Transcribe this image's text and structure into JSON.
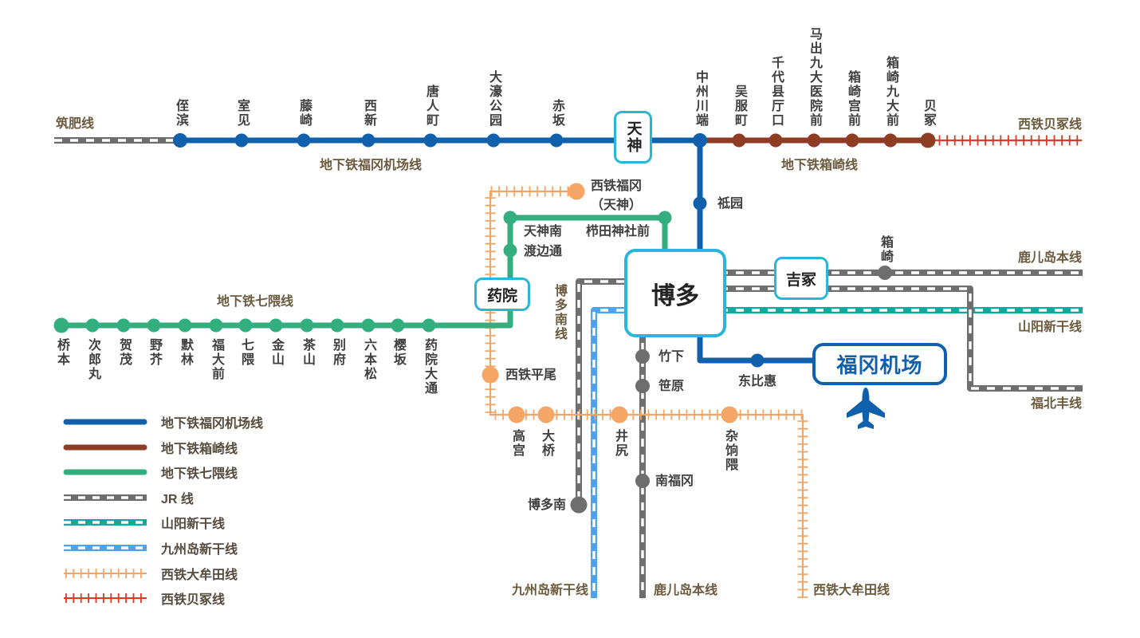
{
  "map": {
    "boxes": {
      "tenjin": "天神",
      "hakata": "博多",
      "yakuin": "药院",
      "yoshizuka": "吉冢",
      "airport": "福冈机场"
    },
    "line_labels": {
      "chikuhi": "筑肥线",
      "airport_line": "地下铁福冈机场线",
      "hakozaki_line": "地下铁箱崎线",
      "kaizuka_line": "西铁贝冢线",
      "nanakuma_line": "地下铁七隈线",
      "kagoshima_east": "鹿儿岛本线",
      "sanyo": "山阳新干线",
      "fukuhoku": "福北丰线",
      "hakata_minami": "博多南线",
      "kyushu_shinkansen": "九州岛新干线",
      "kagoshima_south": "鹿儿岛本线",
      "omuta": "西铁大牟田线"
    },
    "stations": {
      "airport": [
        "侄滨",
        "室见",
        "藤崎",
        "西新",
        "唐人町",
        "大濠公园",
        "赤坂",
        "中州川端",
        "祗园",
        "东比惠"
      ],
      "hakozaki": [
        "吴服町",
        "千代县厅口",
        "马出九大医院前",
        "箱崎宫前",
        "箱崎九大前",
        "贝冢"
      ],
      "nanakuma": [
        "桥本",
        "次郎丸",
        "贺茂",
        "野芥",
        "默林",
        "福大前",
        "七隈",
        "金山",
        "茶山",
        "别府",
        "六本松",
        "樱坂",
        "药院大通",
        "渡边通",
        "天神南",
        "栉田神社前"
      ],
      "nishitetsu": [
        "西铁福冈",
        "（天神）",
        "西铁平尾",
        "高宫",
        "大桥",
        "井尻",
        "杂饷隈"
      ],
      "jr": [
        "箱崎",
        "竹下",
        "笹原",
        "南福冈",
        "博多南"
      ]
    },
    "legend": {
      "items": [
        {
          "label": "地下铁福冈机场线",
          "style": "solid",
          "color": "#1060ac"
        },
        {
          "label": "地下铁箱崎线",
          "style": "solid",
          "color": "#8e3c24"
        },
        {
          "label": "地下铁七隈线",
          "style": "solid",
          "color": "#33ae7f"
        },
        {
          "label": "JR 线",
          "style": "dashed",
          "color": "#6e6e6e"
        },
        {
          "label": "山阳新干线",
          "style": "dashed",
          "color": "#10a9a2"
        },
        {
          "label": "九州岛新干线",
          "style": "dashed",
          "color": "#4da3ef"
        },
        {
          "label": "西铁大牟田线",
          "style": "ticked",
          "color": "#f5a565"
        },
        {
          "label": "西铁贝冢线",
          "style": "ticked",
          "color": "#d93a2a"
        }
      ]
    },
    "colors": {
      "airport_line": "#1060ac",
      "hakozaki_line": "#8e3c24",
      "nanakuma_line": "#33ae7f",
      "jr_line": "#6e6e6e",
      "sanyo_shinkansen": "#10a9a2",
      "kyushu_shinkansen": "#4da3ef",
      "omuta_line": "#f5a565",
      "kaizuka_line": "#d93a2a",
      "station_box_border": "#29b6d8",
      "station_text": "#3f3f3f",
      "line_label_text": "#6b5a3e"
    }
  }
}
